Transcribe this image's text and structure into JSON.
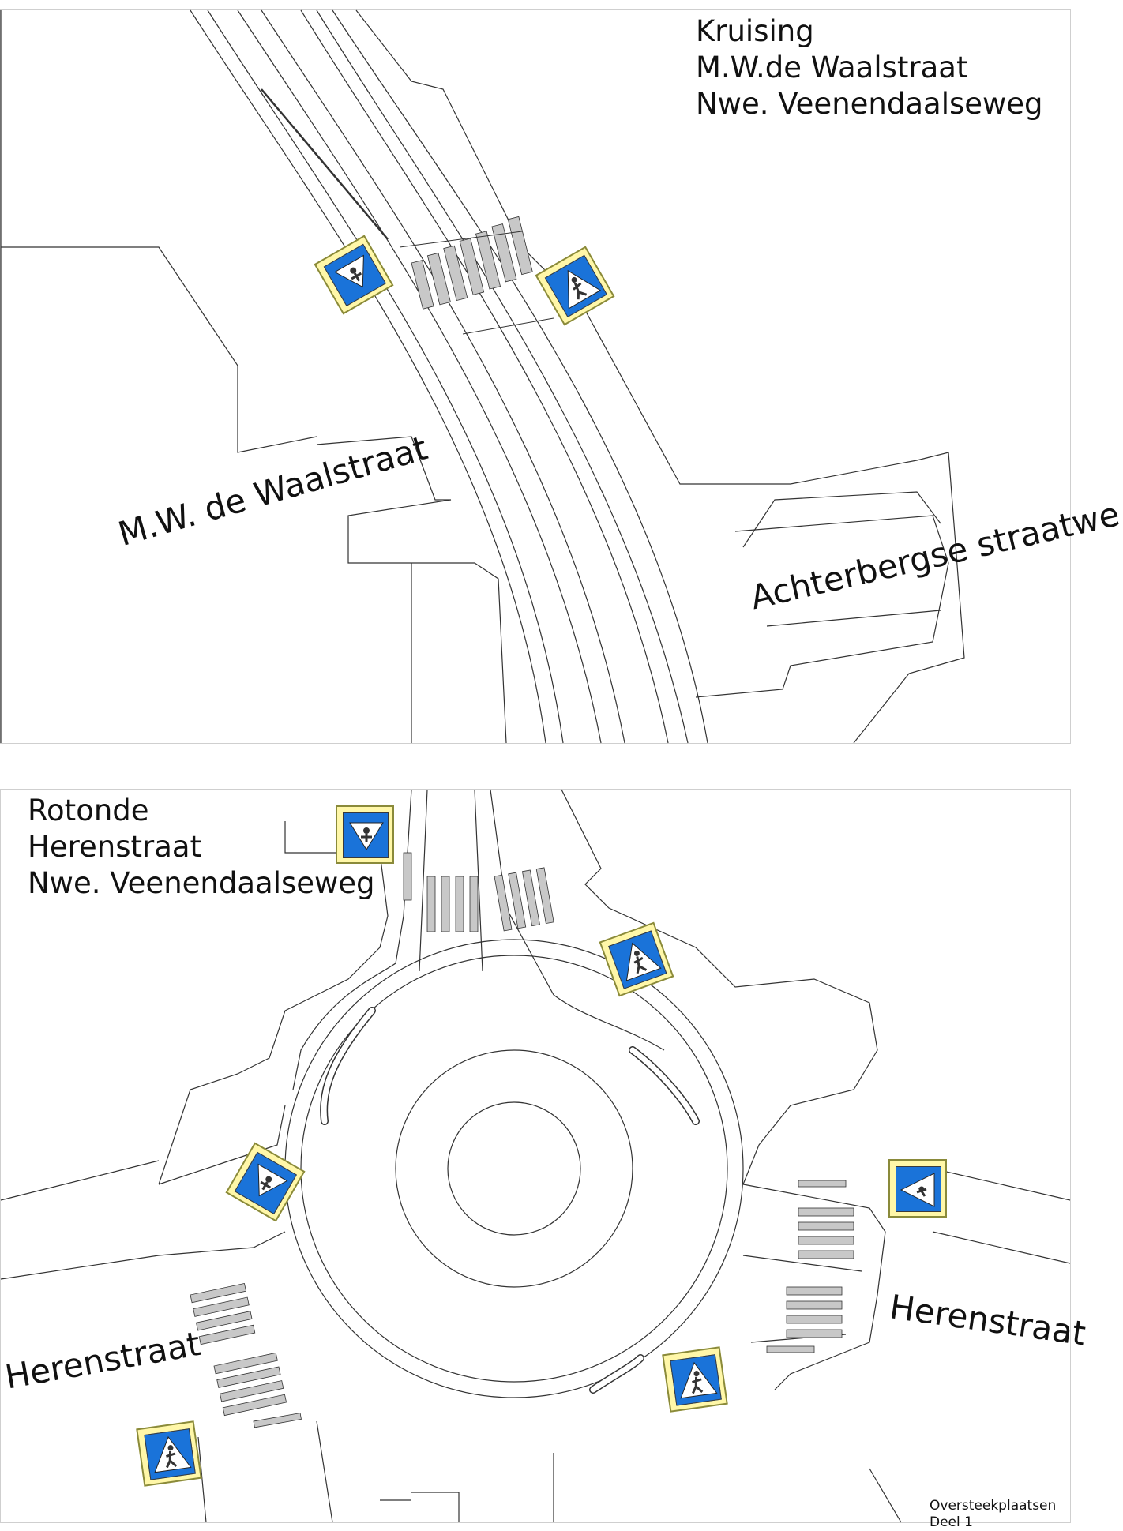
{
  "top": {
    "title_lines": [
      "Kruising",
      "M.W.de Waalstraat",
      "Nwe. Veenendaalseweg"
    ],
    "street_labels": {
      "waalstraat": "M.W. de Waalstraat",
      "achterbergse": "Achterbergse straatwe"
    }
  },
  "bottom": {
    "title_lines": [
      "Rotonde",
      "Herenstraat",
      "Nwe. Veenendaalseweg"
    ],
    "street_labels": {
      "herenstraat_right": "Herenstraat",
      "herenstraat_left": "Herenstraat"
    }
  },
  "footer": {
    "line1": "Oversteekplaatsen",
    "line2": "Deel 1"
  },
  "signs": [
    {
      "name": "yield-pedestrian-sign",
      "icon": "pedestrian-yield-icon"
    },
    {
      "name": "pedestrian-crossing-sign",
      "icon": "pedestrian-crossing-icon"
    }
  ],
  "colors": {
    "sign_blue": "#1a73d9",
    "sign_border": "#fff7a8",
    "zebra": "#c8c8c8"
  }
}
